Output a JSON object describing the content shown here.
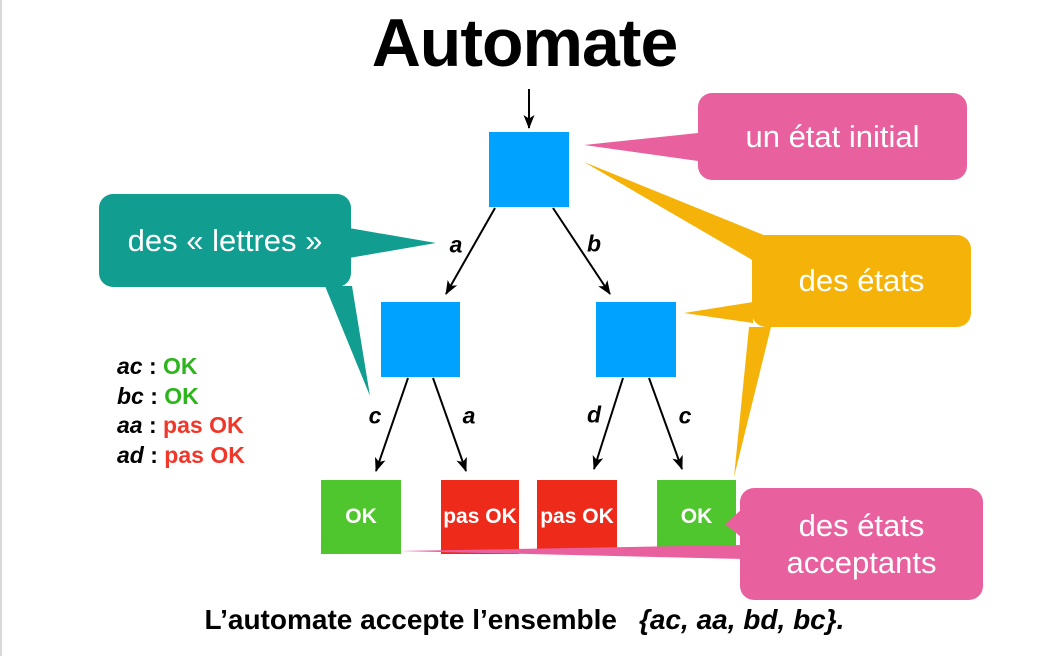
{
  "slide": {
    "title": "Automate",
    "colors": {
      "state_blue": "#00a2ff",
      "ok_green": "#4fc62d",
      "not_ok_red": "#ee2a1a",
      "ok_text_green": "#2eb51e",
      "not_ok_text_red": "#f0372a",
      "callout_pink": "#e9609f",
      "callout_teal": "#119d90",
      "callout_orange": "#f5b30a"
    },
    "callouts": {
      "initial": {
        "label": "un état initial"
      },
      "letters": {
        "label": "des « lettres »"
      },
      "states": {
        "label": "des états"
      },
      "accepting": {
        "label": "des états acceptants"
      }
    },
    "tree": {
      "edge_labels": {
        "root_left": "a",
        "root_right": "b",
        "left_left": "c",
        "left_right": "a",
        "right_left": "d",
        "right_right": "c"
      },
      "leaves": [
        {
          "label": "OK",
          "status": "ok"
        },
        {
          "label": "pas OK",
          "status": "not_ok"
        },
        {
          "label": "pas OK",
          "status": "not_ok"
        },
        {
          "label": "OK",
          "status": "ok"
        }
      ]
    },
    "examples": [
      {
        "word": "ac",
        "sep": " : ",
        "result": "OK",
        "status": "ok"
      },
      {
        "word": "bc",
        "sep": " : ",
        "result": "OK",
        "status": "ok"
      },
      {
        "word": "aa",
        "sep": " : ",
        "result": "pas OK",
        "status": "not_ok"
      },
      {
        "word": "ad",
        "sep": " : ",
        "result": "pas OK",
        "status": "not_ok"
      }
    ],
    "footer": {
      "prefix": "L’automate accepte l’ensemble",
      "open_brace": "{",
      "words": [
        {
          "word": "ac",
          "sep": ", "
        },
        {
          "word": "aa",
          "sep": ", "
        },
        {
          "word": "bd",
          "sep": ", "
        },
        {
          "word": "bc",
          "sep": ""
        }
      ],
      "close_brace": "}."
    }
  }
}
